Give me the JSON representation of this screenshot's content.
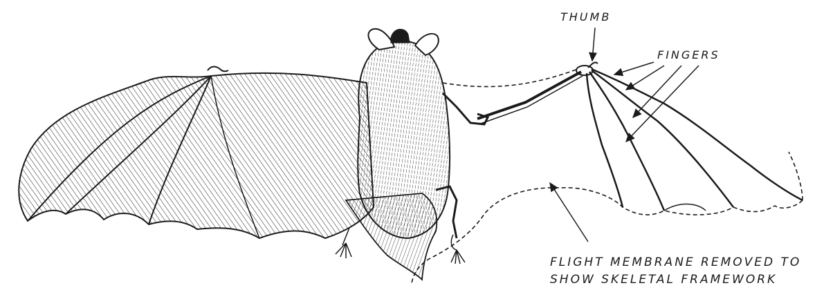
{
  "labels": {
    "thumb": "THUMB",
    "fingers": "FINGERS",
    "membrane_line1": "FLIGHT MEMBRANE REMOVED TO",
    "membrane_line2": "SHOW SKELETAL FRAMEWORK"
  },
  "colors": {
    "ink": "#1a1a1a",
    "paper": "#ffffff"
  }
}
